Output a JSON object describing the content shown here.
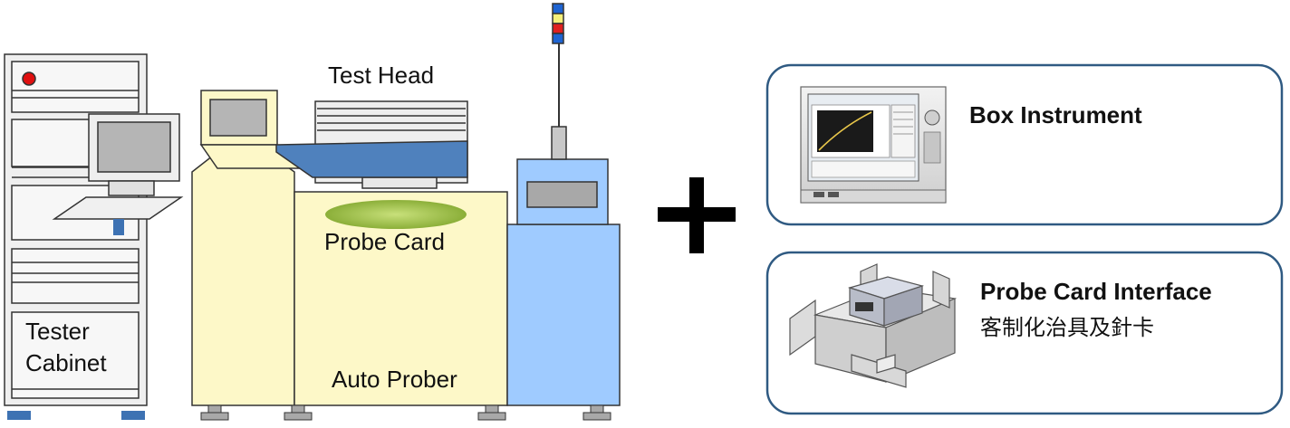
{
  "labels": {
    "test_head": "Test Head",
    "probe_card": "Probe Card",
    "tester_cabinet_line1": "Tester",
    "tester_cabinet_line2": "Cabinet",
    "auto_prober": "Auto Prober"
  },
  "cards": [
    {
      "title": "Box Instrument",
      "subtitle": "",
      "icon": "box-instrument-icon"
    },
    {
      "title": "Probe Card Interface",
      "subtitle": "客制化治具及針卡",
      "icon": "probe-card-interface-icon"
    }
  ],
  "plus_symbol": "+",
  "colors": {
    "prober_body": "#fdf8c8",
    "test_head_arm": "#4f81bd",
    "prober_side": "#9fcbff",
    "probe_card": "#8ab33a",
    "card_border": "#2f5a82",
    "signal_tower": [
      "#1e64d2",
      "#f5f07a",
      "#e02020"
    ],
    "indicator_light": "#e01010"
  }
}
